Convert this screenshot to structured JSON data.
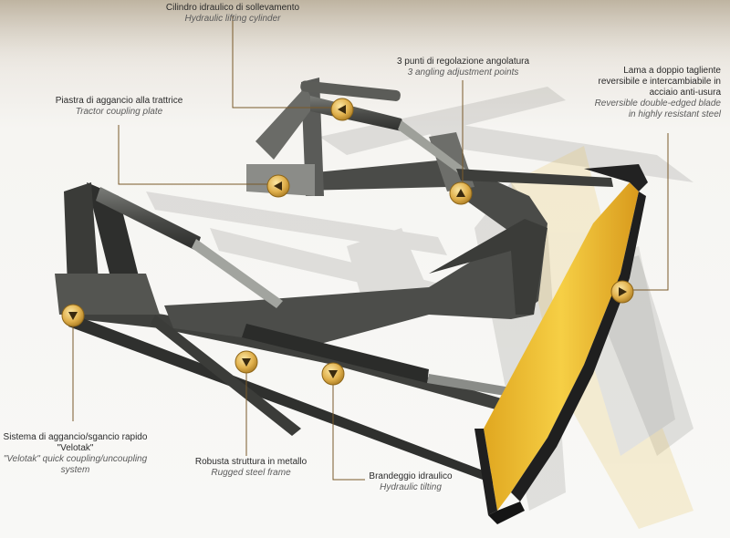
{
  "callouts": [
    {
      "id": "lifting-cylinder",
      "it": "Cilindro idraulico di sollevamento",
      "en": "Hydraulic lifting cylinder",
      "marker": "left"
    },
    {
      "id": "angling-points",
      "it": "3 punti di regolazione angolatura",
      "en": "3 angling adjustment points",
      "marker": "up"
    },
    {
      "id": "double-edged-blade",
      "it": "Lama a doppio tagliente reversibile e intercambiabile in acciaio anti-usura",
      "it_lines": [
        "Lama a doppio tagliente",
        "reversibile e intercambiabile in",
        "acciaio anti-usura"
      ],
      "en": "Reversible double-edged blade in highly resistant steel",
      "en_lines": [
        "Reversible double-edged blade",
        "in highly resistant steel"
      ],
      "marker": "right"
    },
    {
      "id": "coupling-plate",
      "it": "Piastra di aggancio alla trattrice",
      "en": "Tractor coupling plate",
      "marker": "left"
    },
    {
      "id": "velotak",
      "it": "Sistema di aggancio/sgancio rapido \"Velotak\"",
      "it_lines": [
        "Sistema di aggancio/sgancio rapido",
        "\"Velotak\""
      ],
      "en": "\"Velotak\" quick coupling/uncoupling system",
      "en_lines": [
        "\"Velotak\" quick coupling/uncoupling",
        "system"
      ],
      "marker": "down"
    },
    {
      "id": "steel-frame",
      "it": "Robusta struttura in metallo",
      "en": "Rugged steel frame",
      "marker": "down"
    },
    {
      "id": "hydraulic-tilting",
      "it": "Brandeggio idraulico",
      "en": "Hydraulic tilting",
      "marker": "down"
    }
  ],
  "colors": {
    "frame_dark": "#3e3f3d",
    "frame_mid": "#6b6d69",
    "blade_yellow": "#f2c12e",
    "blade_black": "#232323",
    "marker_gold": "#d9a63a",
    "marker_gold_light": "#f4d27a",
    "leader": "#7a5a2a"
  }
}
